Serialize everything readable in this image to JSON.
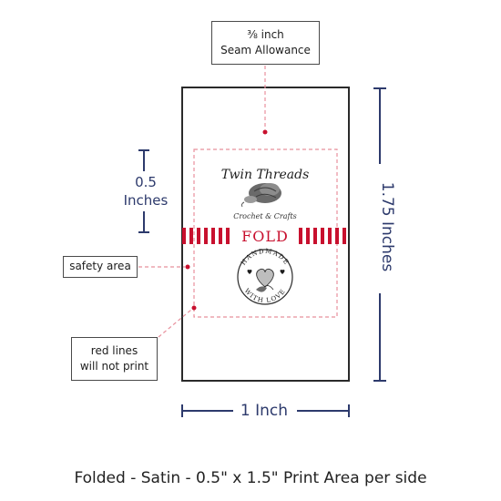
{
  "seam_callout": {
    "line1": "⅜ inch",
    "line2": "Seam Allowance"
  },
  "safety_callout": {
    "label": "safety area"
  },
  "redlines_callout": {
    "line1": "red lines",
    "line2": "will not print"
  },
  "dimensions": {
    "half_line1": "0.5",
    "half_line2": "Inches",
    "width": "1 Inch",
    "height": "1.75 Inches"
  },
  "label": {
    "brand_name": "Twin Threads",
    "brand_sub": "Crochet & Crafts",
    "fold_text": "FOLD",
    "badge_top": "HANDMADE",
    "badge_bottom": "WITH LOVE"
  },
  "footer": {
    "caption": "Folded - Satin - 0.5\" x 1.5\" Print Area per side"
  },
  "colors": {
    "navy": "#2d3a6c",
    "red": "#c8102e",
    "pink_guide": "#e8909c"
  },
  "icons": [
    "yarn-ball-icon",
    "heart-flower-icon",
    "heart-icon"
  ]
}
